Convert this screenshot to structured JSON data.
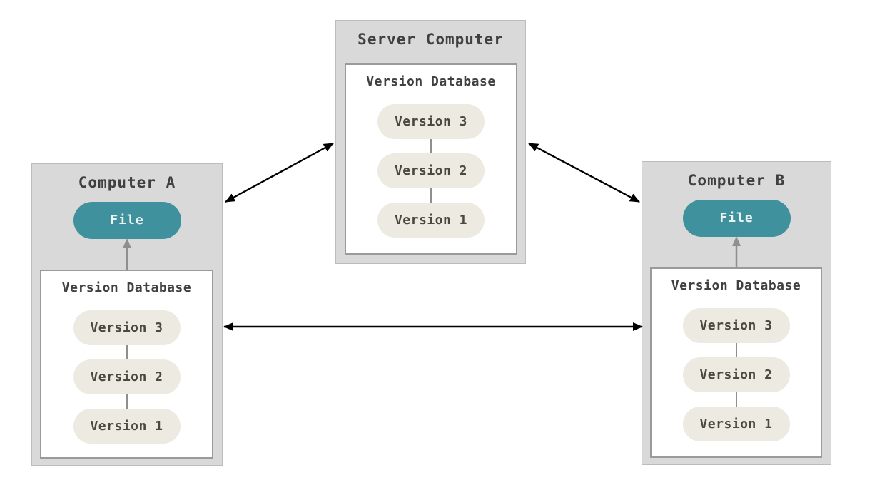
{
  "colors": {
    "box_fill": "#d9d9d9",
    "box_border": "#bcbcbc",
    "inner_fill": "#ffffff",
    "inner_border": "#9a9a9a",
    "pill_fill": "#eceae1",
    "pill_text": "#4c473f",
    "title_text": "#404040",
    "file_fill": "#3e919d",
    "file_text": "#eef4f3",
    "arrow_gray": "#8f8f8f",
    "arrow_black": "#000000"
  },
  "server": {
    "title": "Server Computer",
    "database": {
      "label": "Version Database",
      "versions": [
        "Version 3",
        "Version 2",
        "Version 1"
      ]
    }
  },
  "computer_a": {
    "title": "Computer A",
    "file_label": "File",
    "database": {
      "label": "Version Database",
      "versions": [
        "Version 3",
        "Version 2",
        "Version 1"
      ]
    }
  },
  "computer_b": {
    "title": "Computer B",
    "file_label": "File",
    "database": {
      "label": "Version Database",
      "versions": [
        "Version 3",
        "Version 2",
        "Version 1"
      ]
    }
  }
}
